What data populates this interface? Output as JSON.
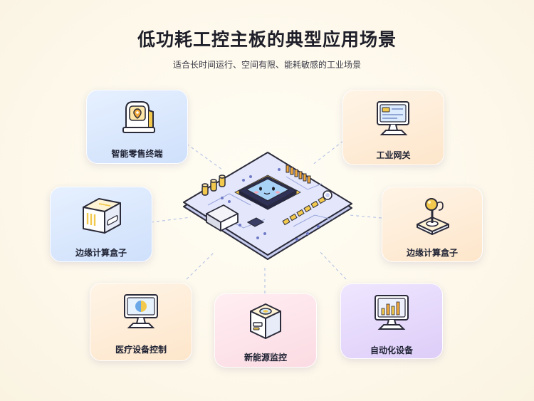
{
  "header": {
    "title": "低功耗工控主板的典型应用场景",
    "subtitle": "适合长时间运行、空间有限、能耗敏感的工业场景"
  },
  "cards": {
    "retail": {
      "label": "智能零售终端",
      "icon": "pos-terminal-icon"
    },
    "gateway": {
      "label": "工业网关",
      "icon": "monitor-icon"
    },
    "edge_left": {
      "label": "边缘计算盒子",
      "icon": "compute-box-icon"
    },
    "edge_right": {
      "label": "边缘计算盒子",
      "icon": "joystick-icon"
    },
    "medical": {
      "label": "医疗设备控制",
      "icon": "medical-monitor-icon"
    },
    "energy": {
      "label": "新能源监控",
      "icon": "camera-box-icon"
    },
    "automation": {
      "label": "自动化设备",
      "icon": "chart-monitor-icon"
    }
  },
  "colors": {
    "blue_card": "#d8e6fd",
    "peach_card": "#fde9d2",
    "pink_card": "#fbdde5",
    "purple_card": "#e2d4fa",
    "board": "#e4e7fb",
    "chip": "#a9d2f7",
    "gold": "#f2c94c"
  }
}
